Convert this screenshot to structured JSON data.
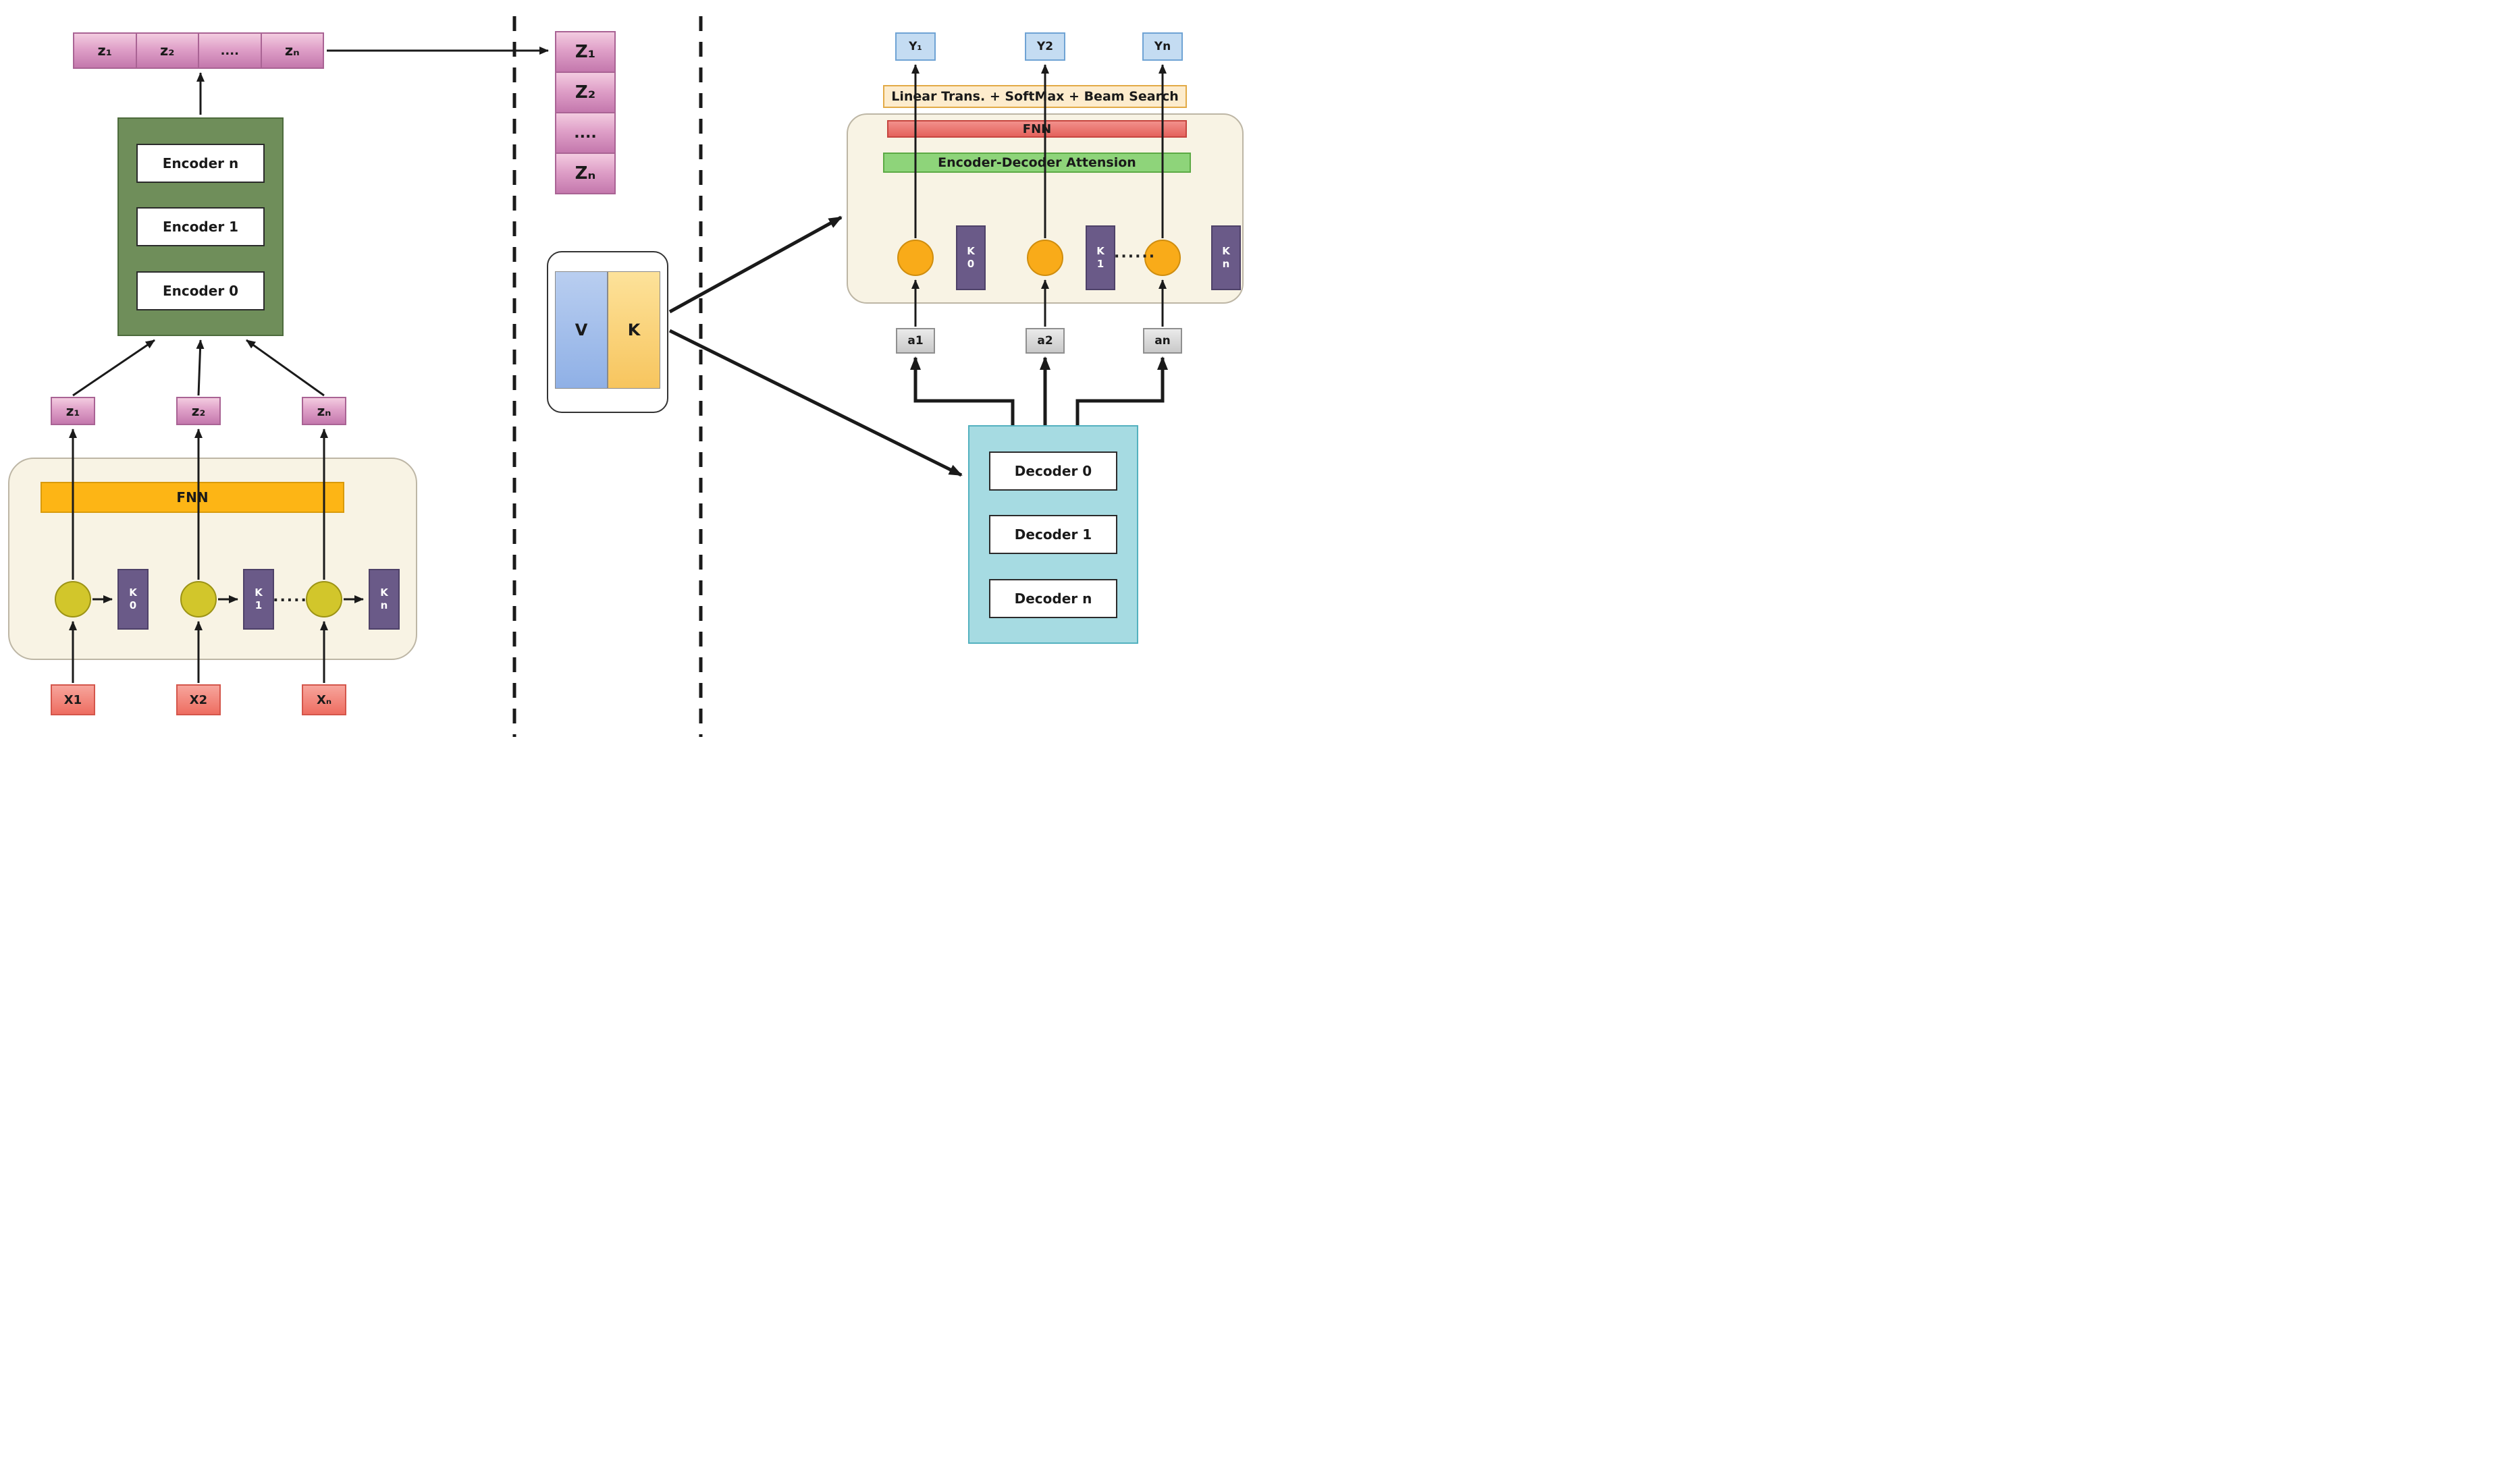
{
  "left": {
    "z_bar": [
      "z₁",
      "z₂",
      "....",
      "zₙ"
    ],
    "encoder_stack": [
      "Encoder n",
      "Encoder 1",
      "Encoder 0"
    ],
    "z_boxes": [
      "z₁",
      "z₂",
      "zₙ"
    ],
    "fnn_label": "FNN",
    "k_boxes": [
      "K\n0",
      "K\n1",
      "K\nn"
    ],
    "dots": ".....",
    "x_boxes": [
      "X1",
      "X2",
      "Xₙ"
    ]
  },
  "middle": {
    "z_stack": [
      "Z₁",
      "Z₂",
      "....",
      "Zₙ"
    ],
    "v_label": "V",
    "k_label": "K"
  },
  "right": {
    "y_boxes": [
      "Y₁",
      "Y2",
      "Yn"
    ],
    "linear_label": "Linear Trans. + SoftMax + Beam Search",
    "fnn_label": "FNN",
    "attention_label": "Encoder-Decoder Attension",
    "k_boxes": [
      "K\n0",
      "K\n1",
      "K\nn"
    ],
    "dots": "······",
    "a_boxes": [
      "a1",
      "a2",
      "an"
    ],
    "decoder_stack": [
      "Decoder 0",
      "Decoder 1",
      "Decoder n"
    ]
  },
  "colors": {
    "pink": "#c478ad",
    "green_encoder_box": "#6f8e5a",
    "orange_fnn_bar": "#fdb515",
    "yellow_circle": "#d2c62b",
    "purple_k_box": "#6a5a88",
    "red_x_box": "#ee6d61",
    "beige_container": "#f8f3e4",
    "blue_v": "#8fb0e6",
    "yellow_k": "#f7c55e",
    "blue_y_box": "#c4dcf2",
    "cream_linear_bar": "#fdeccd",
    "red_fnn_bar": "#e4625c",
    "green_attention_bar": "#8ed47a",
    "gray_a_box": "#d9d9d9",
    "cyan_decoder_box": "#a6dbe2",
    "orange_circle": "#f9ab19"
  }
}
